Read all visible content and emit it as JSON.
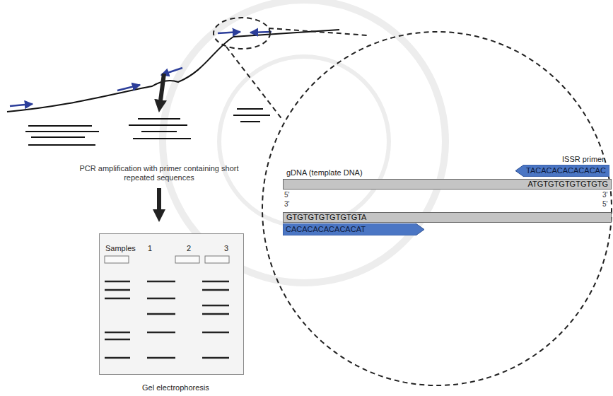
{
  "diagram": {
    "nodes": [
      {
        "text": [
          "ATGTGTGTGTGTGTG"
        ]
      },
      {
        "text": [
          "GTGTGTGTGTGTGTA"
        ]
      },
      {
        "text": [
          "TACACACACACACAC"
        ]
      },
      {
        "text": [
          "CACACACACACACAT"
        ]
      },
      {
        "text": [
          "Samples",
          "1",
          "2",
          "3",
          "Gel electrophoresis"
        ]
      }
    ],
    "labels": [
      "PCR amplification with primer containing short repeated sequences",
      "ISSR primer",
      "gDNA (template DNA)",
      "5'",
      "3'",
      "3'",
      "5'"
    ]
  }
}
